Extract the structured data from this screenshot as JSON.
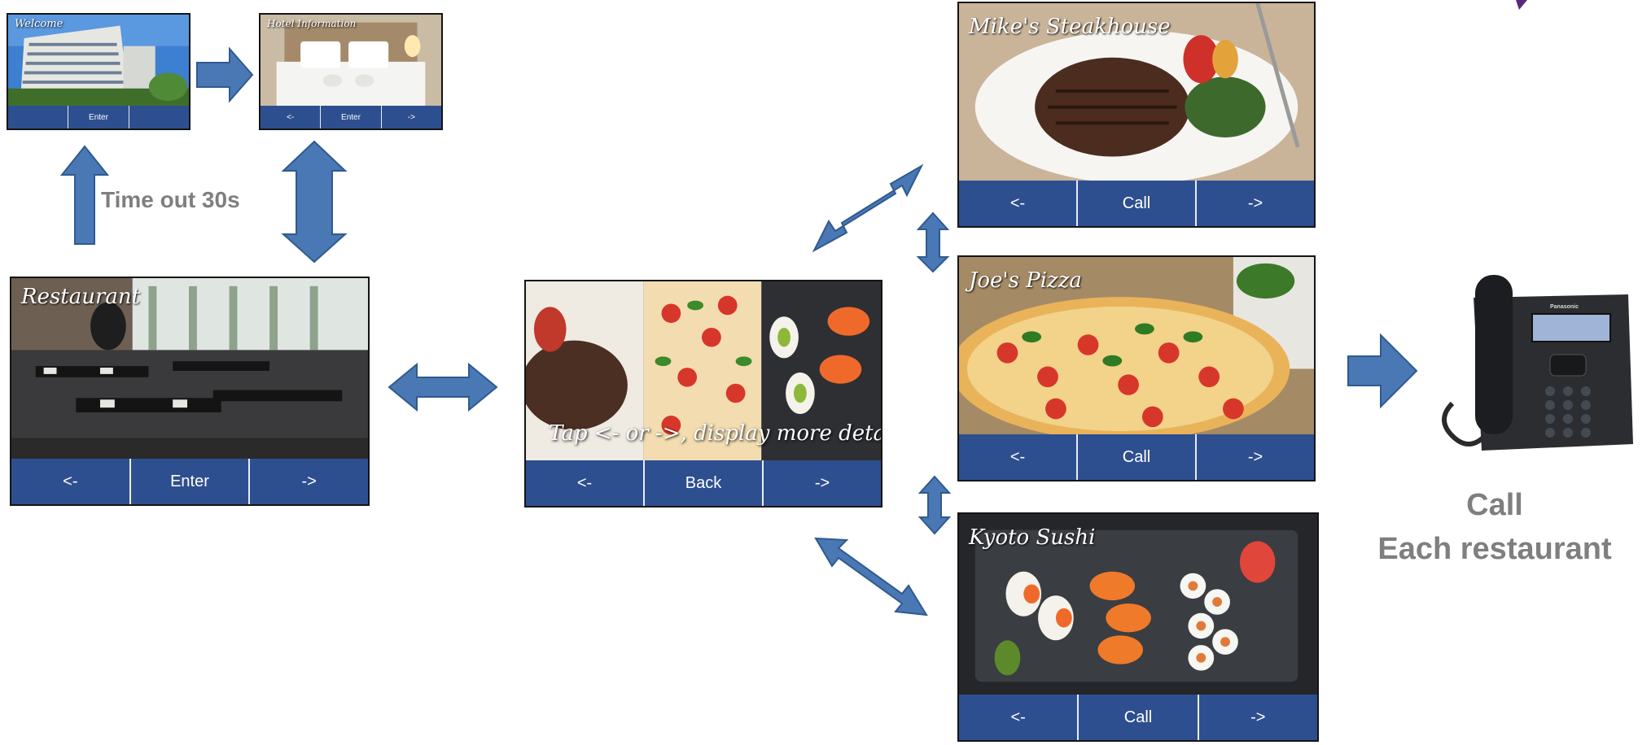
{
  "screens": {
    "welcome": {
      "title": "Welcome",
      "keys": [
        "",
        "Enter",
        ""
      ]
    },
    "hotel": {
      "title": "Hotel Information",
      "keys": [
        "<-",
        "Enter",
        "->"
      ]
    },
    "restaurant": {
      "title": "Restaurant",
      "keys": [
        "<-",
        "Enter",
        "->"
      ]
    },
    "menu": {
      "overlay": "Tap <- or ->, display more detail",
      "keys": [
        "<-",
        "Back",
        "->"
      ]
    },
    "steakhouse": {
      "title": "Mike's Steakhouse",
      "keys": [
        "<-",
        "Call",
        "->"
      ]
    },
    "pizza": {
      "title": "Joe's Pizza",
      "keys": [
        "<-",
        "Call",
        "->"
      ]
    },
    "sushi": {
      "title": "Kyoto Sushi",
      "keys": [
        "<-",
        "Call",
        "->"
      ]
    }
  },
  "labels": {
    "timeout": "Time out 30s",
    "call_line1": "Call",
    "call_line2": "Each restaurant"
  },
  "phone": {
    "brand": "Panasonic"
  },
  "colors": {
    "softkey_bar": "#2e4f8f",
    "arrow": "#4a78b5",
    "label": "#7f7f7f"
  }
}
